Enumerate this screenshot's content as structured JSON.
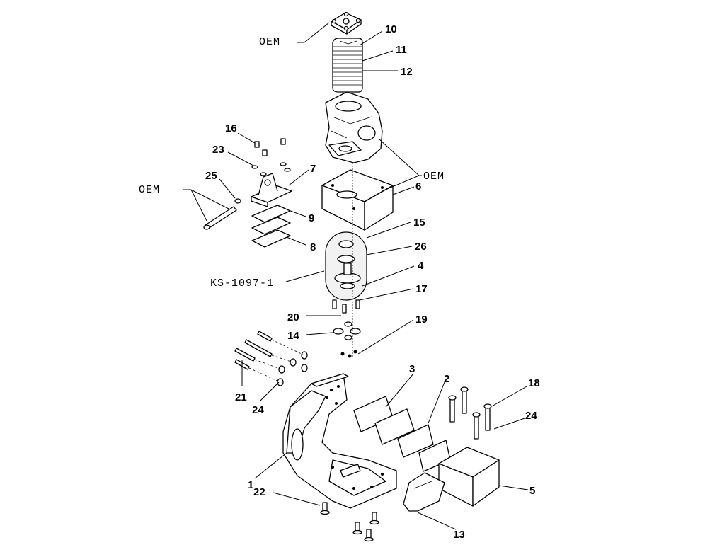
{
  "diagram": {
    "callouts": {
      "oem_top": "OEM",
      "oem_right": "OEM",
      "oem_left": "OEM",
      "ks": "KS-1097-1",
      "n1": "1",
      "n2": "2",
      "n3": "3",
      "n4": "4",
      "n5": "5",
      "n6": "6",
      "n7": "7",
      "n8": "8",
      "n9": "9",
      "n10": "10",
      "n11": "11",
      "n12": "12",
      "n13": "13",
      "n14": "14",
      "n15": "15",
      "n16": "16",
      "n17": "17",
      "n18": "18",
      "n19": "19",
      "n20": "20",
      "n21": "21",
      "n22": "22",
      "n23": "23",
      "n24a": "24",
      "n24b": "24",
      "n25": "25",
      "n26": "26"
    }
  }
}
